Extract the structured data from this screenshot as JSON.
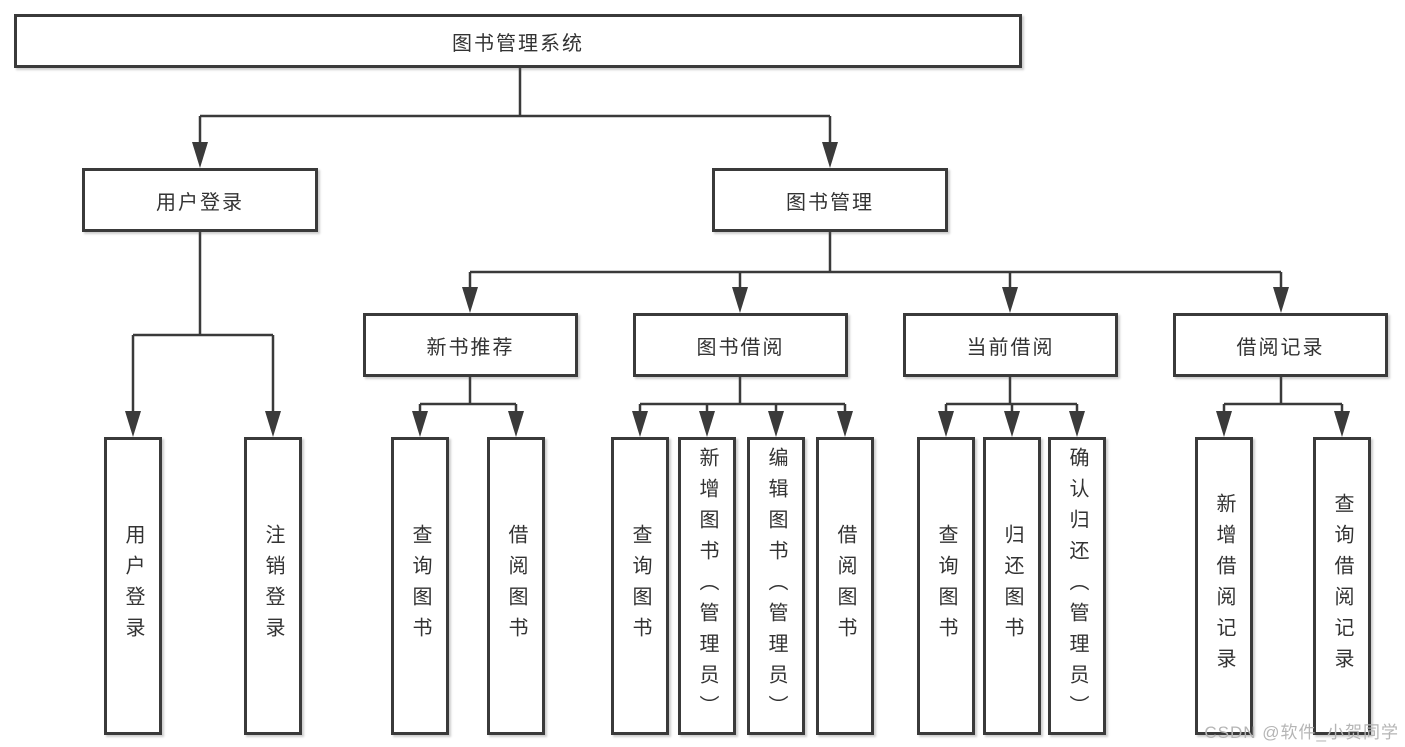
{
  "diagram": {
    "root_label": "图书管理系统",
    "branches": [
      {
        "label": "用户登录",
        "children": [
          {
            "label": "用户登录"
          },
          {
            "label": "注销登录"
          }
        ]
      },
      {
        "label": "图书管理",
        "children": [
          {
            "label": "新书推荐",
            "children": [
              {
                "label": "查询图书"
              },
              {
                "label": "借阅图书"
              }
            ]
          },
          {
            "label": "图书借阅",
            "children": [
              {
                "label": "查询图书"
              },
              {
                "label": "新增图书（管理员）"
              },
              {
                "label": "编辑图书（管理员）"
              },
              {
                "label": "借阅图书"
              }
            ]
          },
          {
            "label": "当前借阅",
            "children": [
              {
                "label": "查询图书"
              },
              {
                "label": "归还图书"
              },
              {
                "label": "确认归还（管理员）"
              }
            ]
          },
          {
            "label": "借阅记录",
            "children": [
              {
                "label": "新增借阅记录"
              },
              {
                "label": "查询借阅记录"
              }
            ]
          }
        ]
      }
    ],
    "watermark": "CSDN @软件_小贺同学",
    "colors": {
      "line": "#3a3a3a",
      "text": "#333333",
      "box_background": "#ffffff",
      "watermark": "#b5b5b5"
    }
  }
}
